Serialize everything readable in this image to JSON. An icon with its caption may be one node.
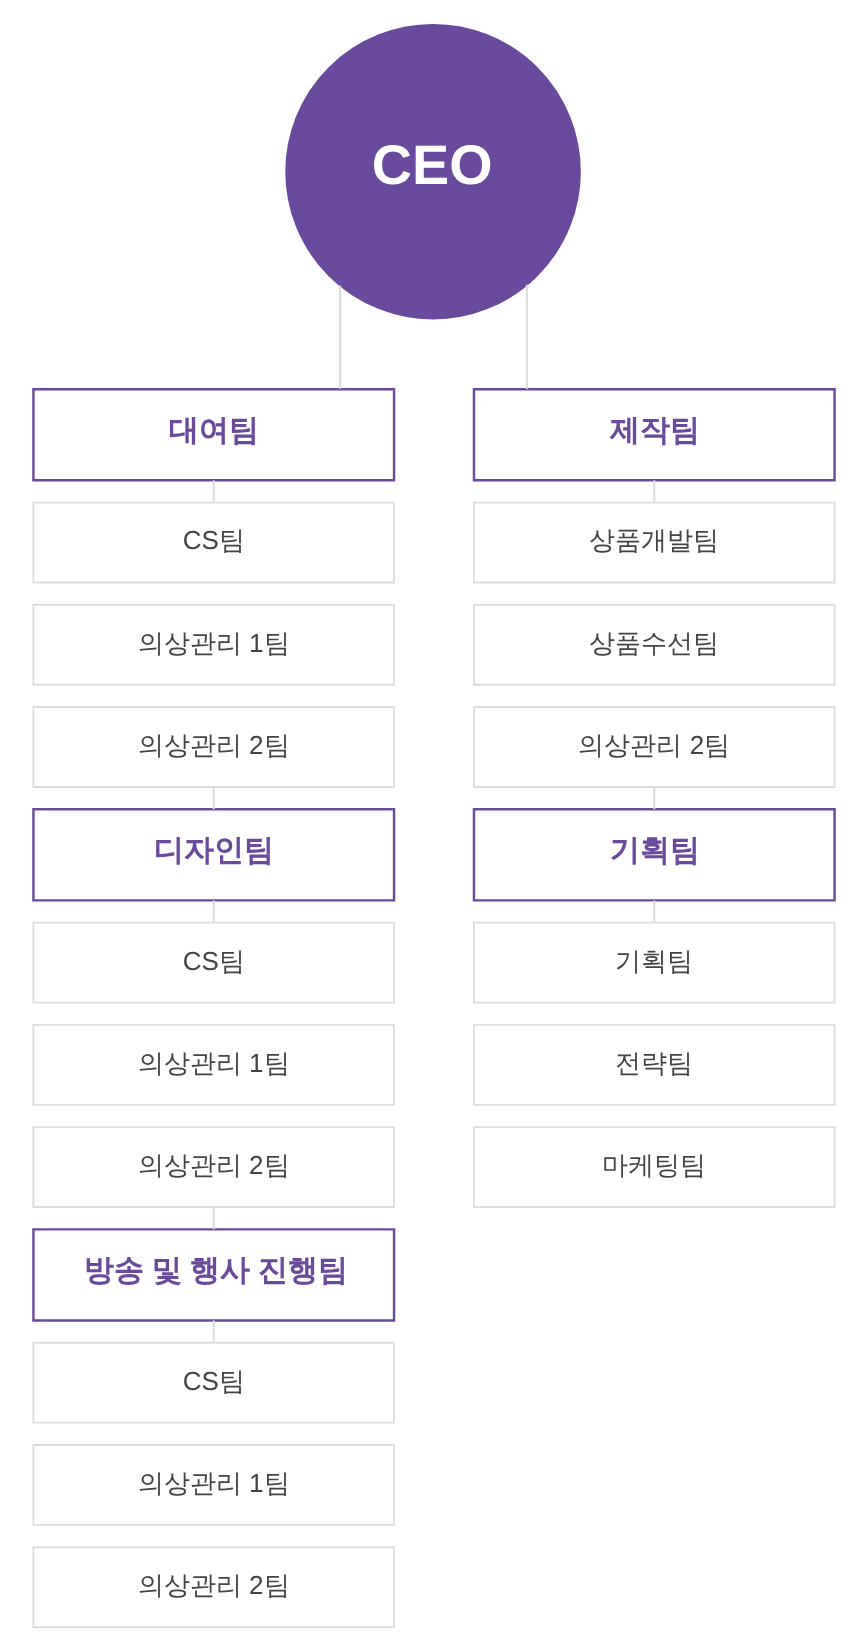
{
  "diagram": {
    "nodes": [
      {
        "text": [
          "CEO"
        ]
      },
      {
        "text": [
          "대여팀"
        ]
      },
      {
        "text": [
          "CS팀"
        ]
      },
      {
        "text": [
          "의상관리 1팀"
        ]
      },
      {
        "text": [
          "의상관리 2팀"
        ]
      },
      {
        "text": [
          "디자인팀"
        ]
      },
      {
        "text": [
          "CS팀"
        ]
      },
      {
        "text": [
          "의상관리 1팀"
        ]
      },
      {
        "text": [
          "의상관리 2팀"
        ]
      },
      {
        "text": [
          "방송 및 행사 진행팀"
        ]
      },
      {
        "text": [
          "CS팀"
        ]
      },
      {
        "text": [
          "의상관리 1팀"
        ]
      },
      {
        "text": [
          "의상관리 2팀"
        ]
      },
      {
        "text": [
          "제작팀"
        ]
      },
      {
        "text": [
          "상품개발팀"
        ]
      },
      {
        "text": [
          "상품수선팀"
        ]
      },
      {
        "text": [
          "의상관리 2팀"
        ]
      },
      {
        "text": [
          "기획팀"
        ]
      },
      {
        "text": [
          "기획팀"
        ]
      },
      {
        "text": [
          "전략팀"
        ]
      },
      {
        "text": [
          "마케팅팀"
        ]
      }
    ],
    "edges": [
      {
        "from": 0,
        "to": 1,
        "arrow": "none"
      },
      {
        "from": 0,
        "to": 13,
        "arrow": "none"
      },
      {
        "from": 1,
        "to": 2,
        "arrow": "none"
      },
      {
        "from": 4,
        "to": 5,
        "arrow": "none"
      },
      {
        "from": 5,
        "to": 6,
        "arrow": "none"
      },
      {
        "from": 8,
        "to": 9,
        "arrow": "none"
      },
      {
        "from": 9,
        "to": 10,
        "arrow": "none"
      },
      {
        "from": 13,
        "to": 14,
        "arrow": "none"
      },
      {
        "from": 16,
        "to": 17,
        "arrow": "none"
      },
      {
        "from": 17,
        "to": 18,
        "arrow": "none"
      }
    ]
  }
}
